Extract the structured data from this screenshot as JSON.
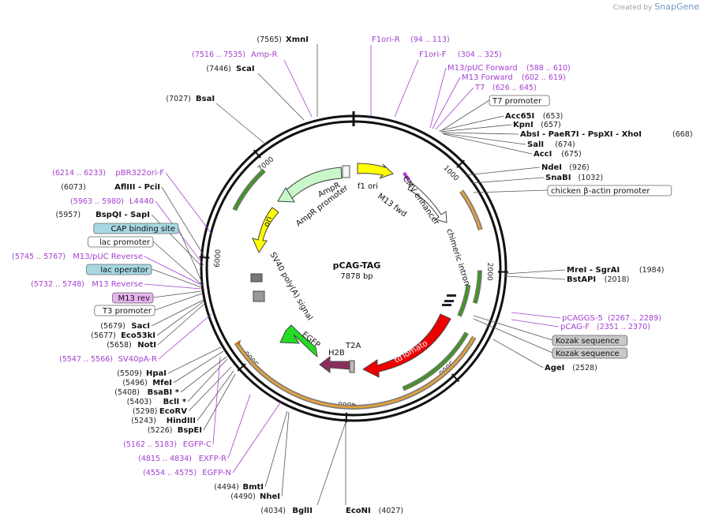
{
  "brand": {
    "prefix": "Created by",
    "name": "SnapGene"
  },
  "plasmid": {
    "name": "pCAG-TAG",
    "size": "7878 bp"
  },
  "ticks": [
    "1000",
    "2000",
    "3000",
    "4000",
    "5000",
    "6000",
    "7000"
  ],
  "features": [
    "f1 ori",
    "AmpR",
    "AmpR promoter",
    "ori",
    "SV40 poly(A) signal",
    "EGFP",
    "H2B",
    "T2A",
    "tdTomato",
    "chimeric intron",
    "CMV enhancer",
    "M13 fwd"
  ],
  "top_labels": [
    {
      "pos": "(7565)",
      "name": "XmnI",
      "type": "enzyme"
    },
    {
      "pos": "(7516 .. 7535)",
      "name": "Amp-R",
      "type": "primer"
    },
    {
      "pos": "(7446)",
      "name": "ScaI",
      "type": "enzyme"
    },
    {
      "pos": "(7027)",
      "name": "BsaI",
      "type": "enzyme"
    },
    {
      "pos": "(94 .. 113)",
      "name": "F1ori-R",
      "type": "primer"
    },
    {
      "pos": "(304 .. 325)",
      "name": "F1ori-F",
      "type": "primer"
    }
  ],
  "right_labels": [
    {
      "name": "M13/pUC Forward",
      "pos": "(588 .. 610)",
      "type": "primer"
    },
    {
      "name": "M13 Forward",
      "pos": "(602 .. 619)",
      "type": "primer"
    },
    {
      "name": "T7",
      "pos": "(626 .. 645)",
      "type": "primer"
    },
    {
      "name": "T7 promoter",
      "pos": "",
      "type": "box-white"
    },
    {
      "name": "Acc65I",
      "pos": "(653)",
      "type": "enzyme"
    },
    {
      "name": "KpnI",
      "pos": "(657)",
      "type": "enzyme"
    },
    {
      "name": "AbsI  - PaeR7I  - PspXI  - XhoI",
      "pos": "(668)",
      "type": "enzyme"
    },
    {
      "name": "SalI",
      "pos": "(674)",
      "type": "enzyme"
    },
    {
      "name": "AccI",
      "pos": "(675)",
      "type": "enzyme"
    },
    {
      "name": "NdeI",
      "pos": "(926)",
      "type": "enzyme"
    },
    {
      "name": "SnaBI",
      "pos": "(1032)",
      "type": "enzyme"
    },
    {
      "name": "chicken β-actin promoter",
      "pos": "",
      "type": "box-white"
    },
    {
      "name": "MreI  - SgrAI",
      "pos": "(1984)",
      "type": "enzyme"
    },
    {
      "name": "BstAPI",
      "pos": "(2018)",
      "type": "enzyme"
    },
    {
      "name": "pCAGGS-5",
      "pos": "(2267 .. 2289)",
      "type": "primer"
    },
    {
      "name": "pCAG-F",
      "pos": "(2351 .. 2370)",
      "type": "primer"
    },
    {
      "name": "Kozak sequence",
      "pos": "",
      "type": "box-gray"
    },
    {
      "name": "Kozak sequence",
      "pos": "",
      "type": "box-gray"
    },
    {
      "name": "AgeI",
      "pos": "(2528)",
      "type": "enzyme"
    }
  ],
  "left_labels": [
    {
      "pos": "(6214 .. 6233)",
      "name": "pBR322ori-F",
      "type": "primer"
    },
    {
      "pos": "(6073)",
      "name": "AflIII  - PciI",
      "type": "enzyme"
    },
    {
      "pos": "(5963 .. 5980)",
      "name": "L4440",
      "type": "primer"
    },
    {
      "pos": "(5957)",
      "name": "BspQI  - SapI",
      "type": "enzyme"
    },
    {
      "pos": "",
      "name": "CAP binding site",
      "type": "box-teal"
    },
    {
      "pos": "",
      "name": "lac promoter",
      "type": "box-white"
    },
    {
      "pos": "(5745 .. 5767)",
      "name": "M13/pUC Reverse",
      "type": "primer"
    },
    {
      "pos": "",
      "name": "lac operator",
      "type": "box-teal"
    },
    {
      "pos": "(5732 .. 5748)",
      "name": "M13 Reverse",
      "type": "primer"
    },
    {
      "pos": "",
      "name": "M13 rev",
      "type": "box-pink"
    },
    {
      "pos": "",
      "name": "T3 promoter",
      "type": "box-white"
    },
    {
      "pos": "(5679)",
      "name": "SacI",
      "type": "enzyme"
    },
    {
      "pos": "(5677)",
      "name": "Eco53kI",
      "type": "enzyme"
    },
    {
      "pos": "(5658)",
      "name": "NotI",
      "type": "enzyme"
    },
    {
      "pos": "(5547 .. 5566)",
      "name": "SV40pA-R",
      "type": "primer"
    },
    {
      "pos": "(5509)",
      "name": "HpaI",
      "type": "enzyme"
    },
    {
      "pos": "(5496)",
      "name": "MfeI",
      "type": "enzyme"
    },
    {
      "pos": "(5408)",
      "name": "BsaBI *",
      "type": "enzyme"
    },
    {
      "pos": "(5403)",
      "name": "BclI *",
      "type": "enzyme"
    },
    {
      "pos": "(5298)",
      "name": "EcoRV",
      "type": "enzyme"
    },
    {
      "pos": "(5243)",
      "name": "HindIII",
      "type": "enzyme"
    },
    {
      "pos": "(5226)",
      "name": "BspEI",
      "type": "enzyme"
    },
    {
      "pos": "(5162 .. 5183)",
      "name": "EGFP-C",
      "type": "primer"
    },
    {
      "pos": "(4815 .. 4834)",
      "name": "EXFP-R",
      "type": "primer"
    },
    {
      "pos": "(4554 .. 4575)",
      "name": "EGFP-N",
      "type": "primer"
    },
    {
      "pos": "(4494)",
      "name": "BmtI",
      "type": "enzyme"
    },
    {
      "pos": "(4490)",
      "name": "NheI",
      "type": "enzyme"
    }
  ],
  "bottom_labels": [
    {
      "pos": "(4034)",
      "name": "BglII",
      "type": "enzyme"
    },
    {
      "name": "EcoNI",
      "pos": "(4027)",
      "type": "enzyme"
    }
  ],
  "colors": {
    "primer": "#a53fd0",
    "ampr": "#c9f7c9",
    "ori": "#ffff00",
    "f1ori": "#ffff00",
    "egfp": "#22dd22",
    "h2b": "#8b2e5e",
    "tdtomato": "#ee0000",
    "teal_box": "#a6d8e4",
    "pink_box": "#e6b3ef",
    "gray_box": "#c8c8c8",
    "orange_arc": "#e0a040",
    "green_arc": "#3a9a1a"
  }
}
